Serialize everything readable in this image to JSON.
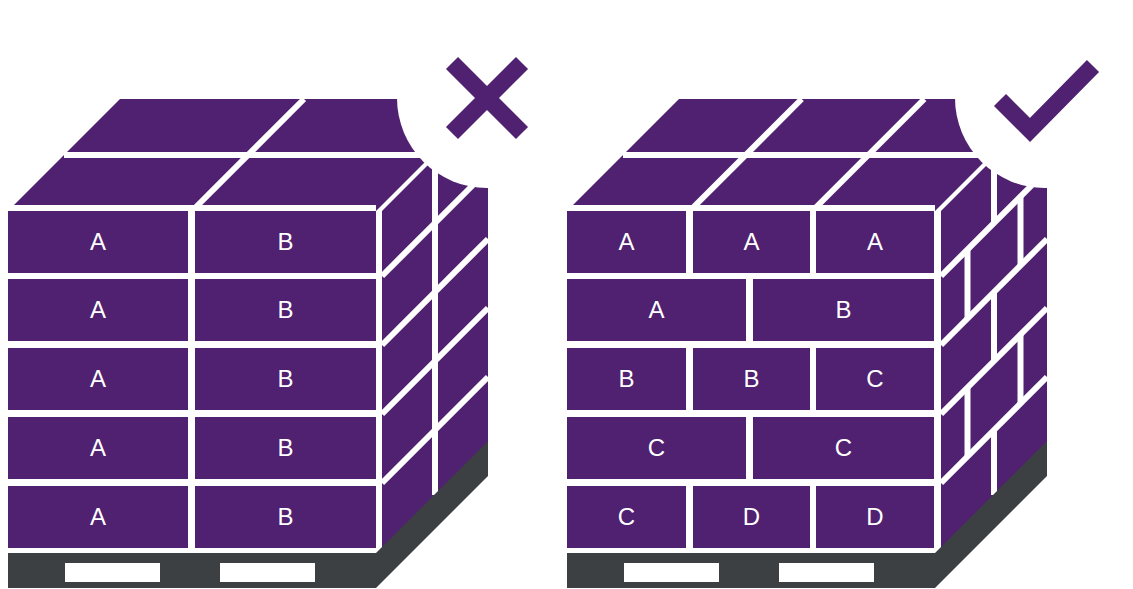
{
  "diagram": {
    "nodes": [
      {
        "text": [
          "A"
        ]
      },
      {
        "text": [
          "B"
        ]
      },
      {
        "text": [
          "A"
        ]
      },
      {
        "text": [
          "B"
        ]
      },
      {
        "text": [
          "A"
        ]
      },
      {
        "text": [
          "B"
        ]
      },
      {
        "text": [
          "A"
        ]
      },
      {
        "text": [
          "B"
        ]
      },
      {
        "text": [
          "A"
        ]
      },
      {
        "text": [
          "B"
        ]
      },
      {
        "text": [
          "A"
        ]
      },
      {
        "text": [
          "A"
        ]
      },
      {
        "text": [
          "A"
        ]
      },
      {
        "text": [
          "A"
        ]
      },
      {
        "text": [
          "B"
        ]
      },
      {
        "text": [
          "B"
        ]
      },
      {
        "text": [
          "B"
        ]
      },
      {
        "text": [
          "C"
        ]
      },
      {
        "text": [
          "C"
        ]
      },
      {
        "text": [
          "C"
        ]
      },
      {
        "text": [
          "C"
        ]
      },
      {
        "text": [
          "D"
        ]
      },
      {
        "text": [
          "D"
        ]
      }
    ]
  }
}
